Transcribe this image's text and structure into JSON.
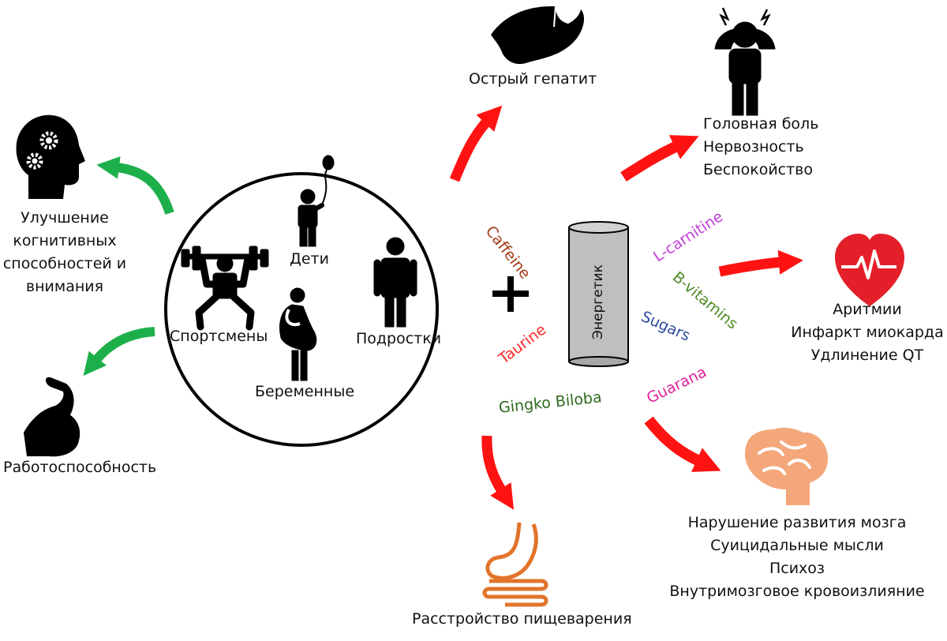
{
  "center": {
    "groups": {
      "athletes": "Спортсмены",
      "children": "Дети",
      "pregnant": "Беременные",
      "teens": "Подростки"
    },
    "plus": "+",
    "can_label": "Энергетик"
  },
  "ingredients": {
    "caffeine": "Caffeine",
    "taurine": "Taurine",
    "ginkgo": "Gingko Biloba",
    "l_carnitine": "L-carnitine",
    "b_vitamins": "B-vitamins",
    "sugars": "Sugars",
    "guarana": "Guarana"
  },
  "benefits": {
    "cognitive": [
      "Улучшение",
      "когнитивных",
      "способностей и",
      "внимания"
    ],
    "work": "Работоспособность"
  },
  "harms": {
    "hepatitis": "Острый гепатит",
    "neuro": [
      "Головная боль",
      "Нервозность",
      "Беспокойство"
    ],
    "cardio": [
      "Аритмии",
      "Инфаркт миокарда",
      "Удлинение QT"
    ],
    "brain": [
      "Нарушение развития мозга",
      "Суицидальные мысли",
      "Психоз",
      "Внутримозговое кровоизлияние"
    ],
    "digestion": "Расстройство пищеварения"
  },
  "colors": {
    "benefit_arrow": "#1db04a",
    "harm_arrow": "#ff1212",
    "heart": "#e3202a",
    "brain": "#f4a77a",
    "stomach": "#e2742a",
    "caffeine": "#a23a14",
    "taurine": "#ff2a2a",
    "ginkgo": "#2e6b1c",
    "l_carnitine": "#c13fd6",
    "b_vitamins": "#4e8a24",
    "sugars": "#2b4c9a",
    "guarana": "#e0209a"
  }
}
